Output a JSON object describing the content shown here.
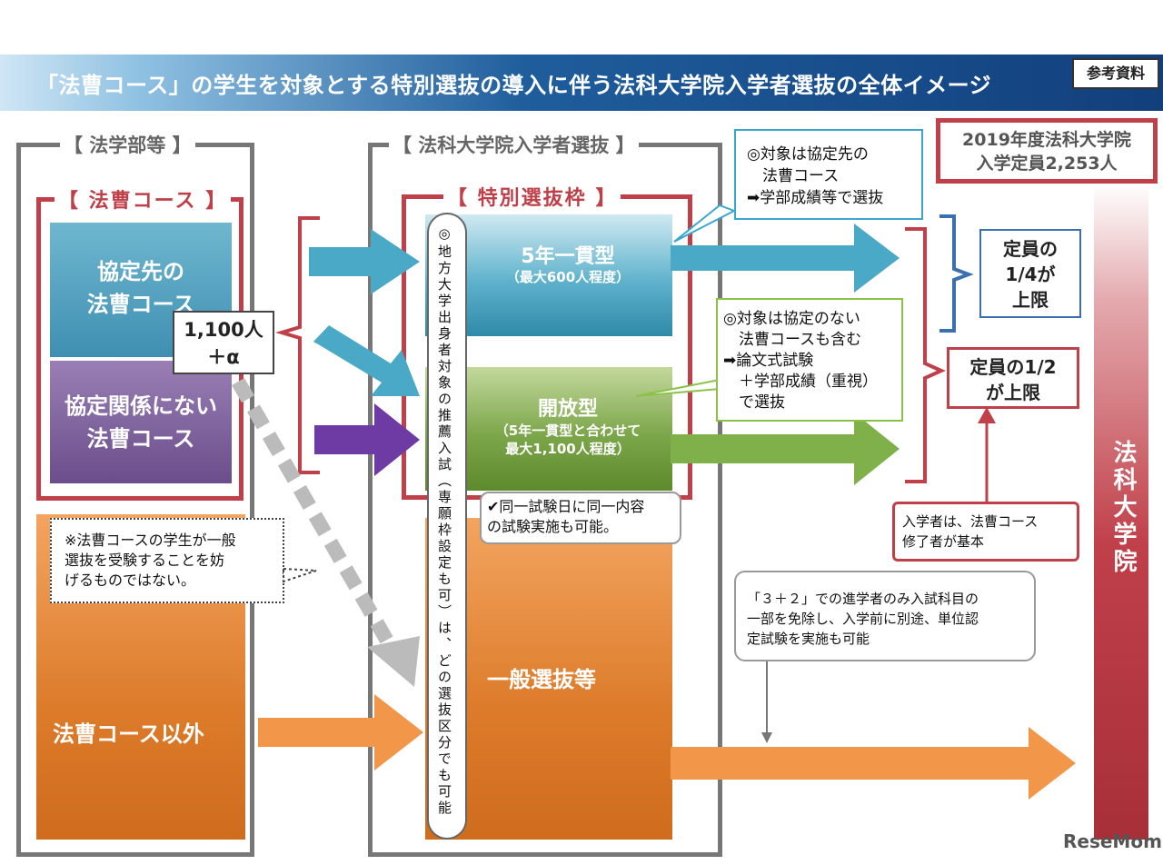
{
  "header": {
    "title": "「法曹コース」の学生を対象とする特別選抜の導入に伴う法科大学院入学者選抜の全体イメージ",
    "reference_label": "参考資料"
  },
  "left_section": {
    "label": "【 法学部等 】",
    "course_label": "【 法曹コース 】",
    "partner_course": "協定先の\n法曹コース",
    "non_partner_course": "協定関係にない\n法曹コース",
    "count_badge": "1,100人\n＋α",
    "other_course": "法曹コース以外",
    "note": "※法曹コースの学生が一般\n選抜を受験することを妨\nげるものではない。"
  },
  "middle_section": {
    "label": "【 法科大学院入学者選抜 】",
    "special_label": "【 特別選抜枠 】",
    "vertical_note": "◎地方大学出身者対象の推薦入試（専願枠設定も可）は、どの選抜区分でも可能",
    "five_year": {
      "title": "5年一貫型",
      "sub": "（最大600人程度）"
    },
    "open": {
      "title": "開放型",
      "sub": "（5年一貫型と合わせて\n最大1,100人程度）"
    },
    "same_day_note": "✔同一試験日に同一内容\nの試験実施も可能。",
    "general": "一般選抜等"
  },
  "callouts": {
    "five_year_note": "◎対象は協定先の\n　法曹コース\n➡学部成績等で選抜",
    "open_note": "◎対象は協定のない\n　法曹コースも含む\n➡論文式試験\n　＋学部成績（重視）\n　で選抜",
    "three_plus_two": "「３＋２」での進学者のみ入試科目の\n一部を免除し、入学前に別途、単位認\n定試験を実施も可能"
  },
  "right_section": {
    "capacity": "2019年度法科大学院\n入学定員2,253人",
    "limit_quarter": "定員の\n1/4が\n上限",
    "limit_half": "定員の1/2\nが上限",
    "admission_note": "入学者は、法曹コース\n修了者が基本",
    "law_school_label": "法科大学院"
  },
  "watermark": "ReseMom",
  "colors": {
    "title_bar": "#1f5d9c",
    "red": "#c0404a",
    "blue_arrow": "#4aa9c6",
    "purple_arrow": "#6e3aa3",
    "green_arrow": "#7fb04a",
    "orange_arrow": "#f2964a",
    "gray": "#777777"
  }
}
